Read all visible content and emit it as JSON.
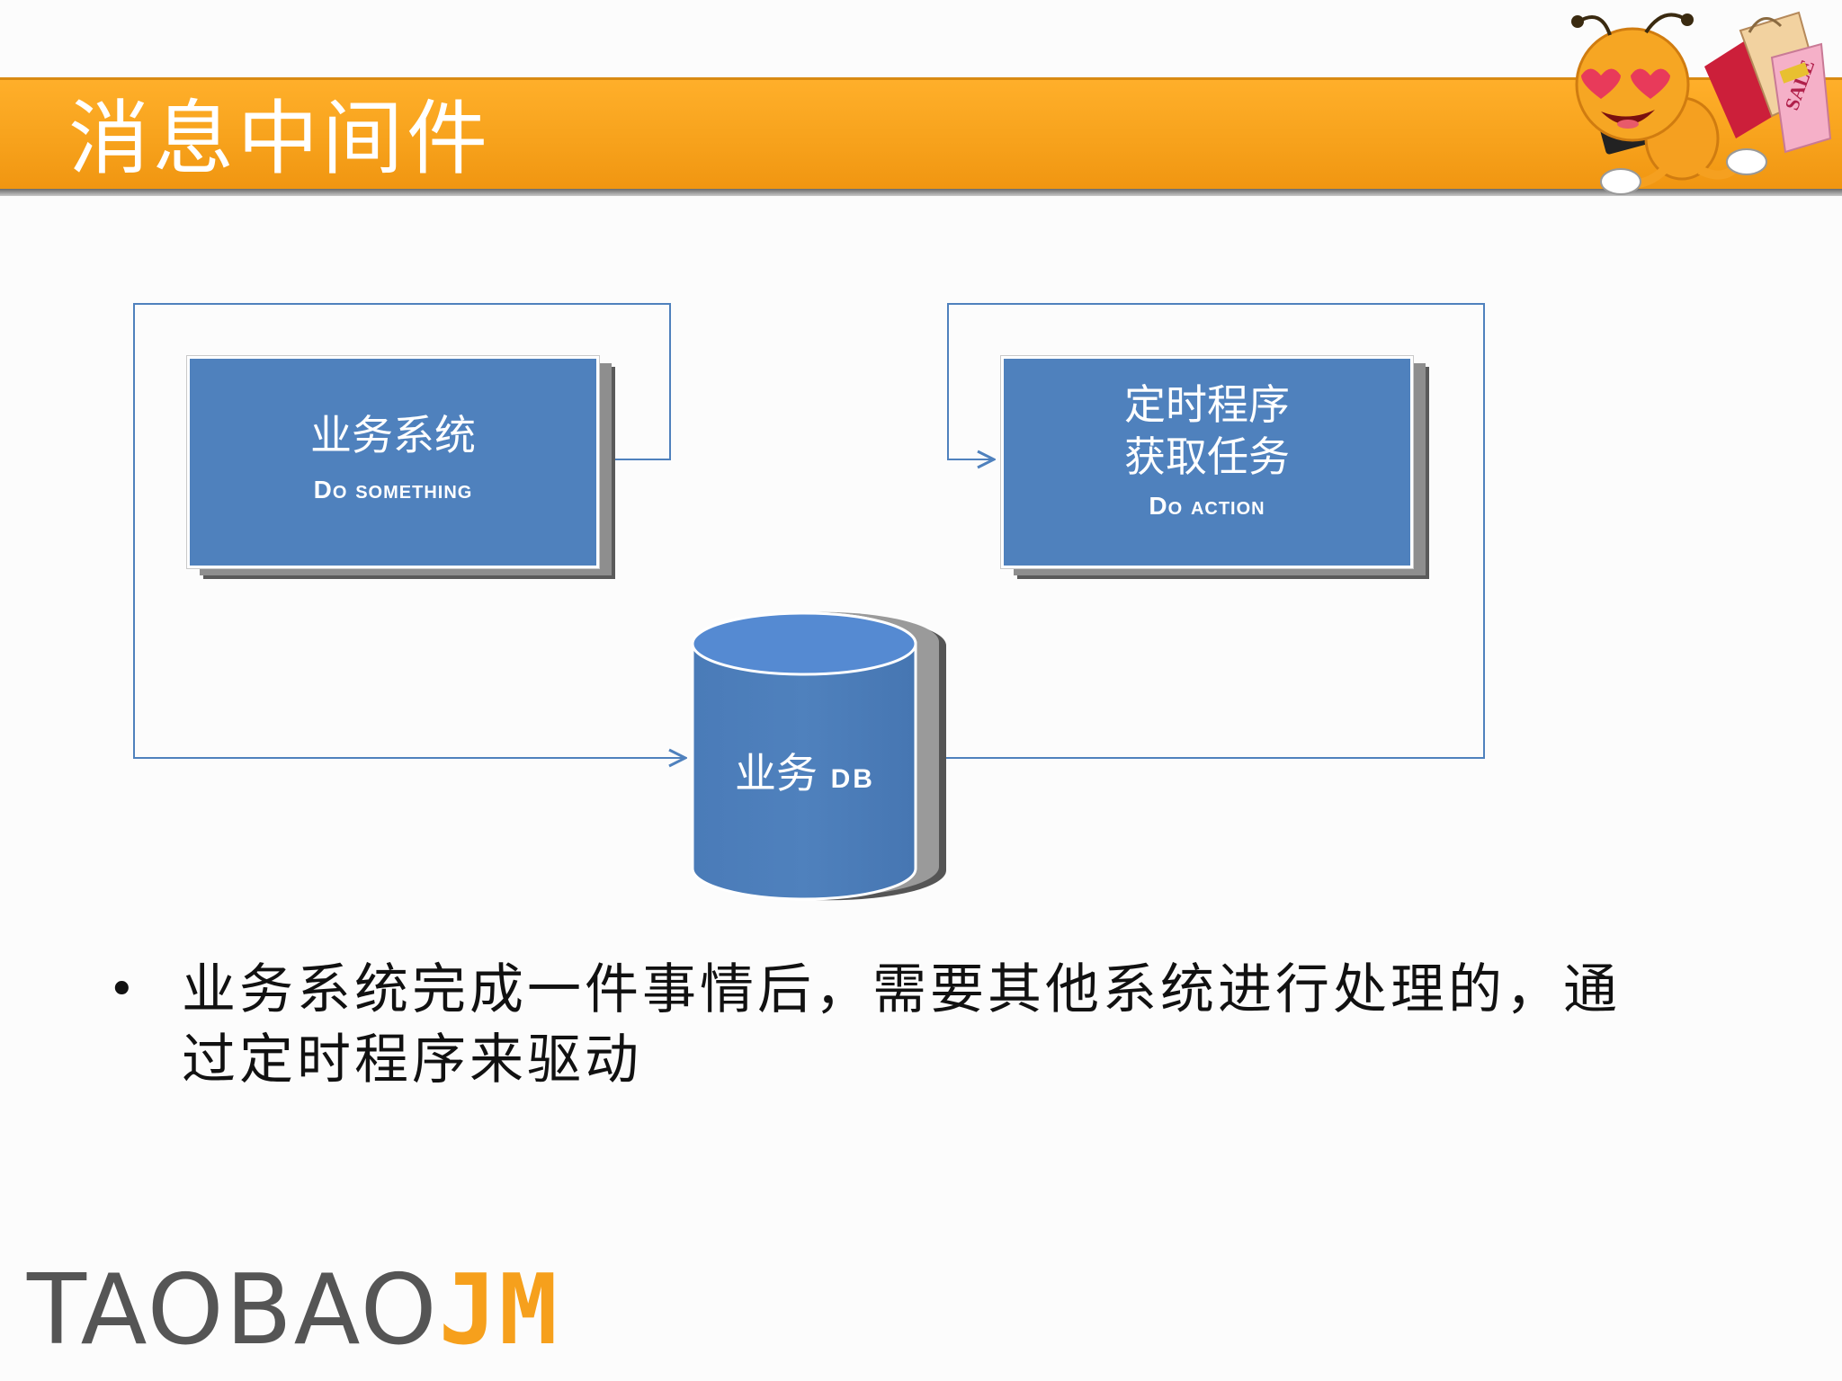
{
  "header": {
    "title": "消息中间件"
  },
  "diagram": {
    "business_system": {
      "title": "业务系统",
      "subtitle": "Do something"
    },
    "timer_program": {
      "title_line1": "定时程序",
      "title_line2": "获取任务",
      "subtitle": "Do action"
    },
    "database": {
      "label": "业务",
      "sub": "DB"
    }
  },
  "content": {
    "bullet": "•",
    "text_line1": "业务系统完成一件事情后，需要其他系统进行处理的，通",
    "text_line2": "过定时程序来驱动"
  },
  "footer": {
    "logo_part1": "TAOBAO",
    "logo_part2": "JM"
  },
  "colors": {
    "header_orange": "#f7a21c",
    "box_blue": "#4f81bd",
    "connector_blue": "#4f81bd",
    "logo_gray": "#555555",
    "logo_orange": "#f6a01c"
  }
}
